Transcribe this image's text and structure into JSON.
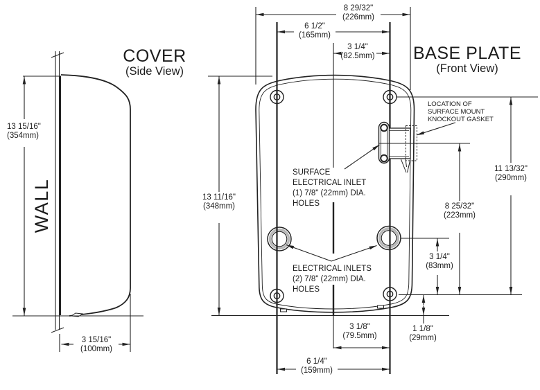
{
  "drawing": {
    "cover": {
      "title": "COVER",
      "subtitle": "(Side View)",
      "wall_label": "WALL",
      "dims": {
        "height": {
          "in": "13 15/16\"",
          "mm": "(354mm)"
        },
        "depth": {
          "in": "3 15/16\"",
          "mm": "(100mm)"
        }
      }
    },
    "base_plate": {
      "title": "BASE PLATE",
      "subtitle": "(Front View)",
      "dims": {
        "overall_width": {
          "in": "8 29/32\"",
          "mm": "(226mm)"
        },
        "mount_hole_span": {
          "in": "6 1/2\"",
          "mm": "(165mm)"
        },
        "half_span": {
          "in": "3 1/4\"",
          "mm": "(82.5mm)"
        },
        "overall_height": {
          "in": "13 11/16\"",
          "mm": "(348mm)"
        },
        "gasket_height": {
          "in": "11 13/32\"",
          "mm": "(290mm)"
        },
        "knockout_height": {
          "in": "8 25/32\"",
          "mm": "(223mm)"
        },
        "inlet_to_hole": {
          "in": "3 1/4\"",
          "mm": "(83mm)"
        },
        "hole_to_bottom": {
          "in": "1 1/8\"",
          "mm": "(29mm)"
        },
        "inlet_half_span": {
          "in": "3 1/8\"",
          "mm": "(79.5mm)"
        },
        "inlet_span": {
          "in": "6 1/4\"",
          "mm": "(159mm)"
        }
      },
      "labels": {
        "knockout": [
          "LOCATION OF",
          "SURFACE MOUNT",
          "KNOCKOUT GASKET"
        ],
        "surface_inlet": [
          "SURFACE",
          "ELECTRICAL INLET",
          "(1) 7/8\" (22mm) DIA.",
          "HOLES"
        ],
        "inlets": [
          "ELECTRICAL INLETS",
          "(2) 7/8\" (22mm) DIA.",
          "HOLES"
        ]
      }
    },
    "colors": {
      "line": "#222222",
      "ring_gray": "#b8b8b8",
      "background": "#ffffff"
    }
  }
}
